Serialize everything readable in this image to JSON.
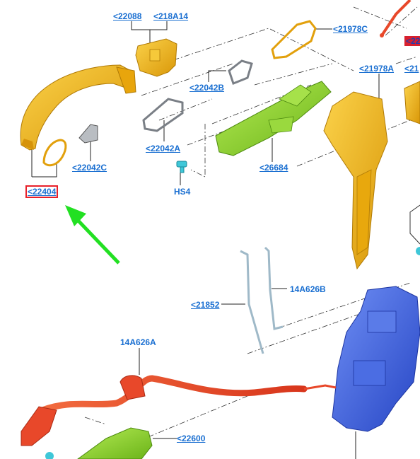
{
  "callouts": {
    "c22088": "<22088",
    "c218A14": "<218A14",
    "c21978C": "<21978C",
    "c22042B": "<22042B",
    "c21978A": "<21978A",
    "c21edge": "<21",
    "c22042A": "<22042A",
    "c22042C": "<22042C",
    "c26684": "<26684",
    "cHS4": "HS4",
    "c22404": "<22404",
    "c21852": "<21852",
    "c14A626B": "14A626B",
    "c14A626A": "14A626A",
    "c22600": "<22600",
    "cEdgeBadge": "<22"
  },
  "colors": {
    "orange_part": "#f2b40f",
    "green_part": "#8bd42a",
    "blue_part": "#3f63e0",
    "red_part": "#e8482a",
    "cyan_part": "#3fc7d8",
    "gray_gasket": "#8a8f96",
    "callout_text": "#1a6fd1",
    "highlight_box": "#e8202a",
    "arrow": "#22e022"
  }
}
